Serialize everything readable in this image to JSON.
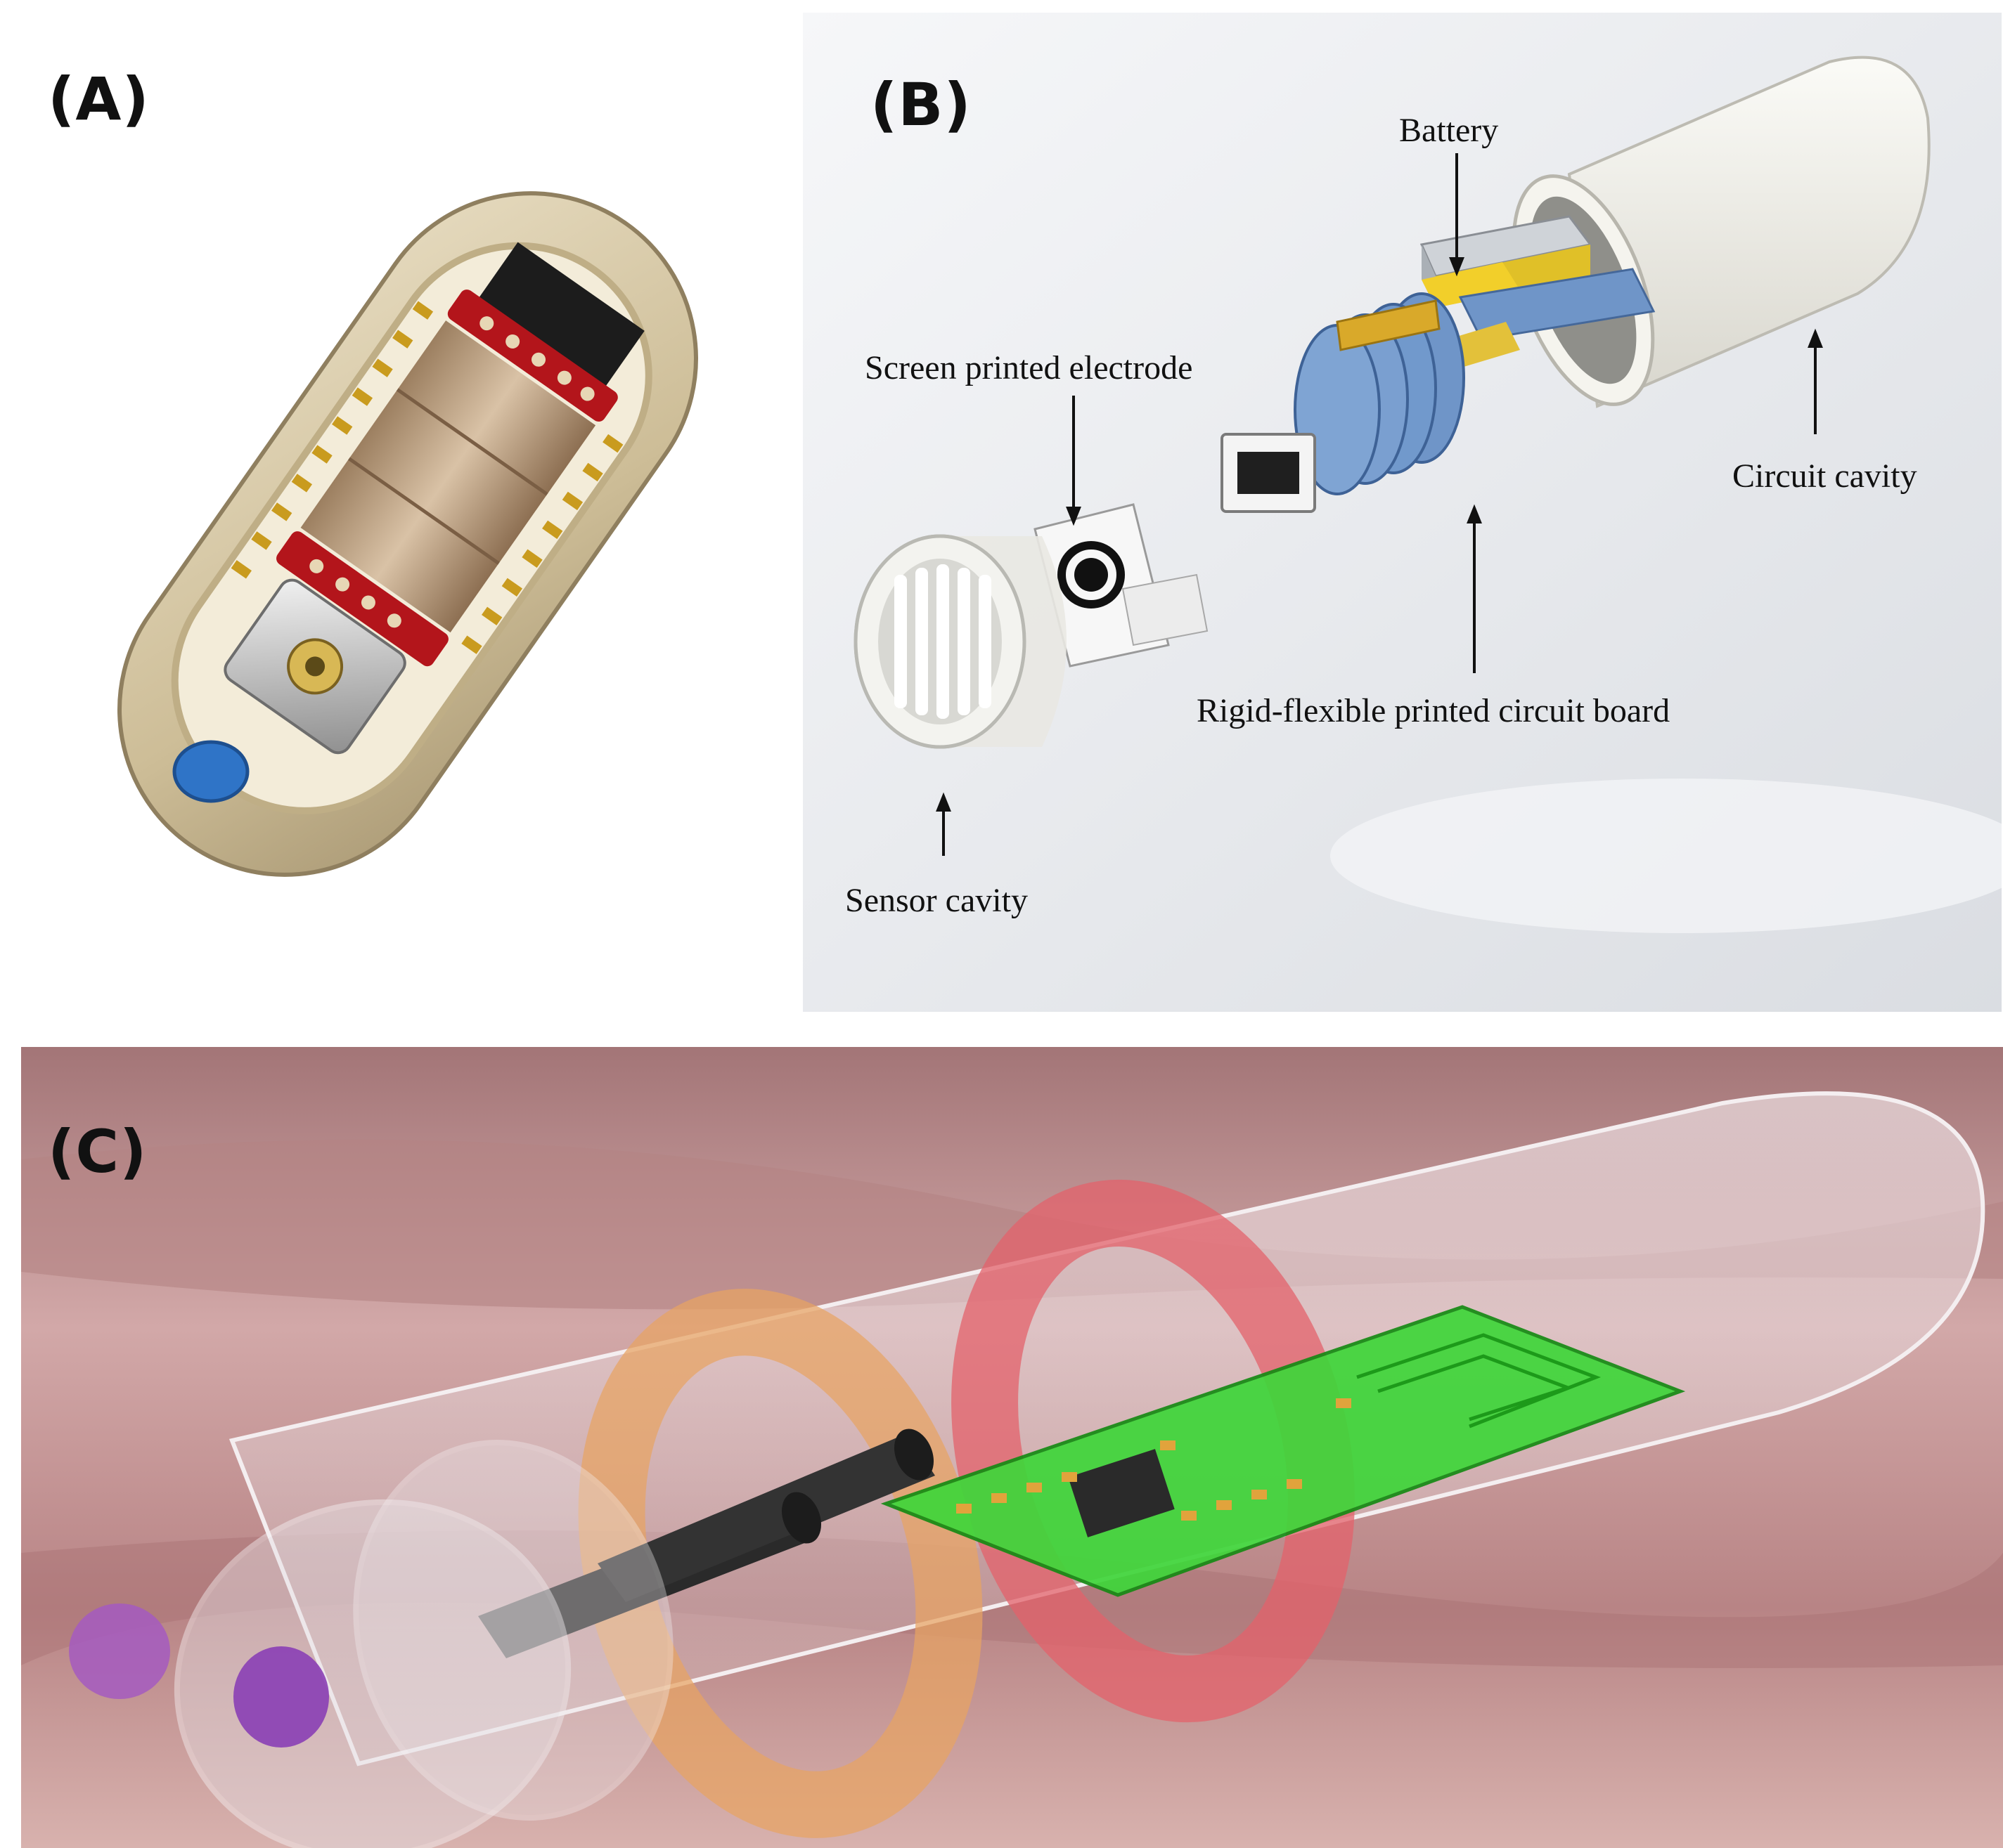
{
  "panels": {
    "a": {
      "letter": "(A)"
    },
    "b": {
      "letter": "(B)",
      "labels": {
        "battery": "Battery",
        "screen_printed_electrode": "Screen printed electrode",
        "circuit_cavity": "Circuit cavity",
        "rigid_flexible_pcb": "Rigid-flexible printed circuit board",
        "sensor_cavity": "Sensor cavity"
      }
    },
    "c": {
      "letter": "(C)"
    }
  }
}
